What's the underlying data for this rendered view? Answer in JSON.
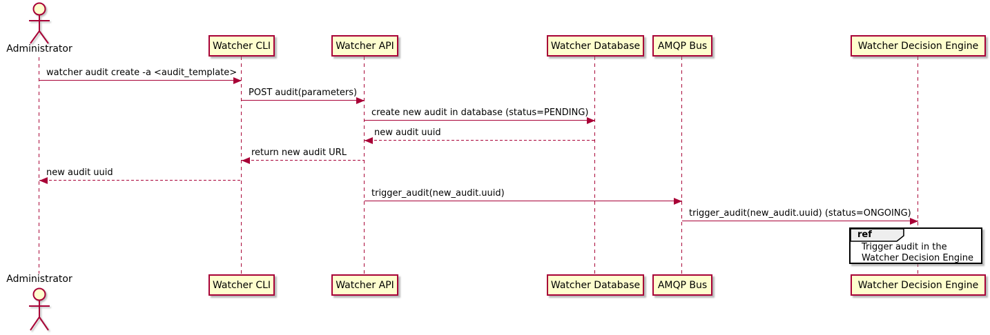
{
  "diagram": {
    "kind": "sequence-diagram",
    "style": "plantuml"
  },
  "colors": {
    "participant_fill": "#FEFECE",
    "line_and_border": "#A80036",
    "ref_tab_fill": "#EEEEEE",
    "ref_border": "#000000",
    "text": "#000000",
    "background": "#FFFFFF"
  },
  "actor": {
    "label": "Administrator"
  },
  "participants": [
    {
      "label": "Watcher CLI"
    },
    {
      "label": "Watcher API"
    },
    {
      "label": "Watcher Database"
    },
    {
      "label": "AMQP Bus"
    },
    {
      "label": "Watcher Decision Engine"
    }
  ],
  "messages": [
    {
      "text": "watcher audit create -a <audit_template>",
      "from": "Administrator",
      "to": "Watcher CLI",
      "line": "solid",
      "direction": "right"
    },
    {
      "text": "POST audit(parameters)",
      "from": "Watcher CLI",
      "to": "Watcher API",
      "line": "solid",
      "direction": "right"
    },
    {
      "text": "create new audit in database (status=PENDING)",
      "from": "Watcher API",
      "to": "Watcher Database",
      "line": "solid",
      "direction": "right"
    },
    {
      "text": "new audit uuid",
      "from": "Watcher Database",
      "to": "Watcher API",
      "line": "dashed",
      "direction": "left"
    },
    {
      "text": "return new audit URL",
      "from": "Watcher API",
      "to": "Watcher CLI",
      "line": "dashed",
      "direction": "left"
    },
    {
      "text": "new audit uuid",
      "from": "Watcher CLI",
      "to": "Administrator",
      "line": "dashed",
      "direction": "left"
    },
    {
      "text": "trigger_audit(new_audit.uuid)",
      "from": "Watcher API",
      "to": "AMQP Bus",
      "line": "solid",
      "direction": "right"
    },
    {
      "text": "trigger_audit(new_audit.uuid) (status=ONGOING)",
      "from": "AMQP Bus",
      "to": "Watcher Decision Engine",
      "line": "solid",
      "direction": "right"
    }
  ],
  "ref": {
    "keyword": "ref",
    "lines": [
      "Trigger audit in the",
      "Watcher Decision Engine"
    ]
  }
}
